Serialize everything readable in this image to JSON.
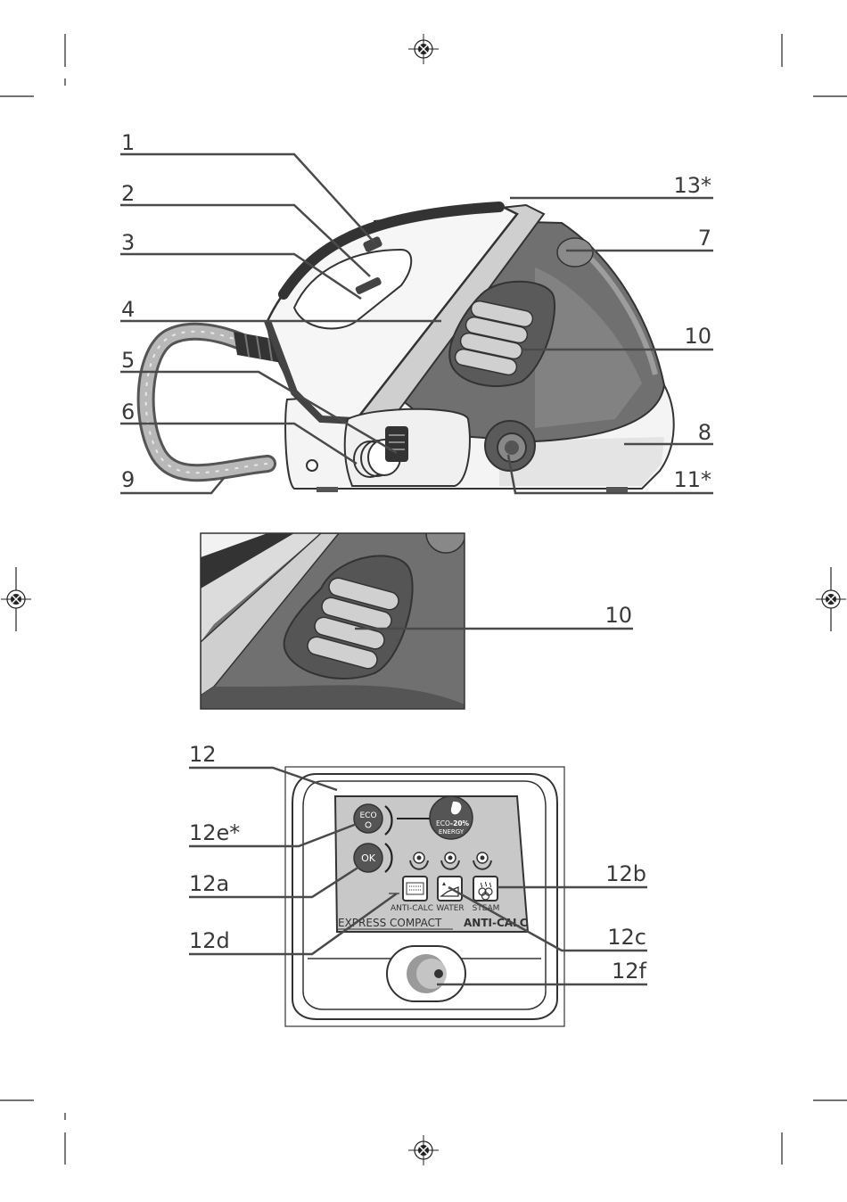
{
  "labels": {
    "l1": "1",
    "l2": "2",
    "l3": "3",
    "l4": "4",
    "l5": "5",
    "l6": "6",
    "l9": "9",
    "l13": "13*",
    "l7": "7",
    "l10": "10",
    "l8": "8",
    "l11": "11*",
    "l10b": "10",
    "l12": "12",
    "l12e": "12e*",
    "l12a": "12a",
    "l12d": "12d",
    "l12b": "12b",
    "l12c": "12c",
    "l12f": "12f"
  },
  "panel": {
    "eco_button": "ECO",
    "ok_button": "OK",
    "eco_badge_line1": "ECO",
    "eco_badge_pct": "-20%",
    "eco_badge_line2": "ENERGY",
    "anticalc_caption": "ANTI-CALC",
    "water_caption": "WATER",
    "steam_caption": "STEAM",
    "brand_left": "EXPRESS COMPACT",
    "brand_right": "ANTI-CALC"
  },
  "colors": {
    "dark_body": "#707070",
    "mid_grey": "#9a9a9a",
    "light_grey": "#d8d8d8",
    "panel_grey": "#c8c8c8",
    "outline": "#333333"
  }
}
